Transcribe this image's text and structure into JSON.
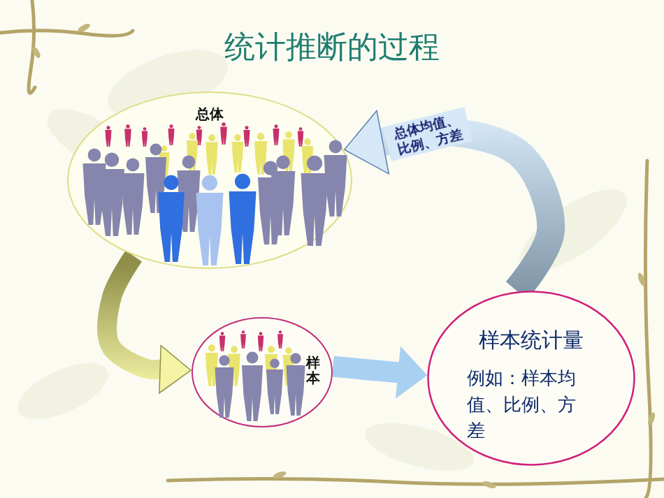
{
  "diagram": {
    "title": "统计推断的过程",
    "nodes": [
      {
        "text": [
          "总体"
        ]
      },
      {
        "text": [
          "样本"
        ]
      },
      {
        "text": [
          "样本统计量",
          "例如：样本均值、比例、方差"
        ]
      }
    ],
    "edges": [
      {
        "from": 0,
        "to": 1,
        "arrow": "to"
      },
      {
        "from": 1,
        "to": 2,
        "arrow": "to"
      },
      {
        "from": 2,
        "to": 0,
        "label": "总体均值、比例、方差",
        "arrow": "to"
      }
    ]
  }
}
